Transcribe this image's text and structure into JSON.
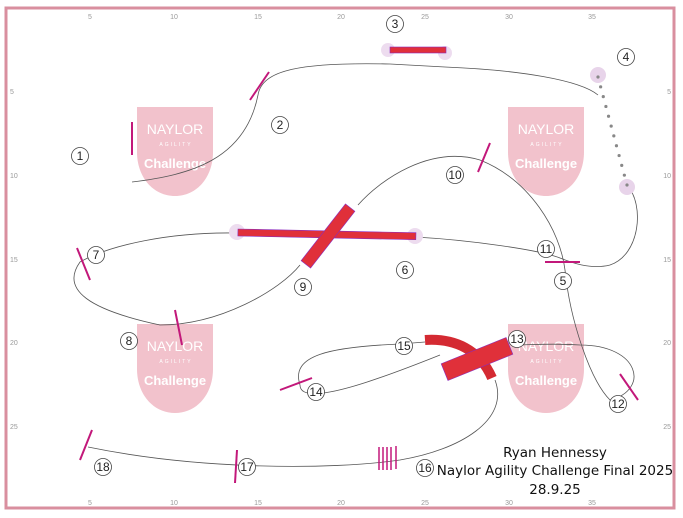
{
  "course": {
    "axis_ticks_x": [
      "5",
      "10",
      "15",
      "20",
      "25",
      "30",
      "35"
    ],
    "axis_ticks_y": [
      "5",
      "10",
      "15",
      "20",
      "25"
    ],
    "obstacle_numbers": [
      "1",
      "2",
      "3",
      "4",
      "5",
      "6",
      "7",
      "8",
      "9",
      "10",
      "11",
      "12",
      "13",
      "14",
      "15",
      "16",
      "17",
      "18"
    ],
    "logo": {
      "line1": "NAYLOR",
      "line2": "AGILITY",
      "line3": "Challenge"
    },
    "caption": {
      "judge": "Ryan Hennessy",
      "event": "Naylor Agility Challenge Final 2025",
      "date": "28.9.25"
    },
    "colors": {
      "frame": "#d98f9f",
      "logo": "#f2c2cc",
      "equipment": "#e0303a",
      "jump": "#c2187a",
      "path": "#555555"
    }
  }
}
